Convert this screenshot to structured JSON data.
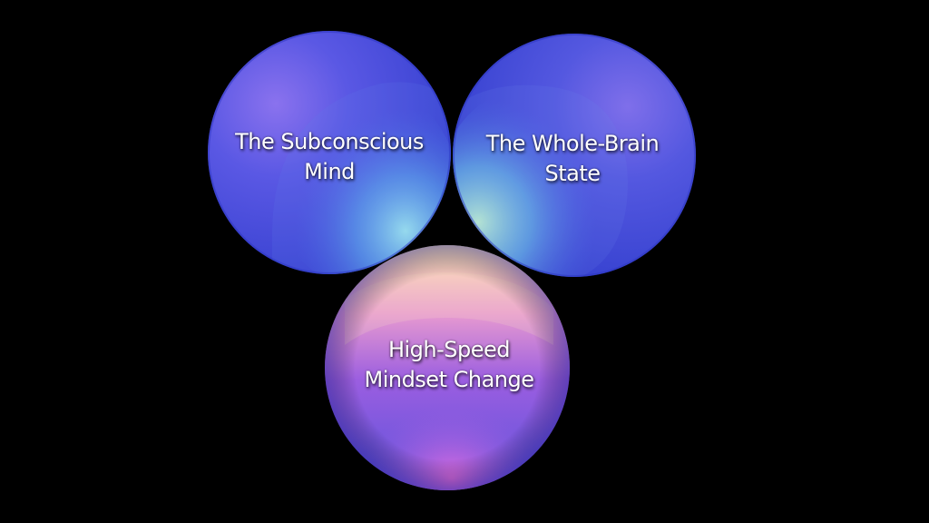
{
  "diagram": {
    "circles": [
      {
        "id": "subconscious-mind",
        "lines": [
          "The Subconscious",
          "Mind"
        ],
        "colors": {
          "base": "#3d44d8",
          "highlight": "#8a72ee",
          "glow": "#9ff4ee"
        }
      },
      {
        "id": "whole-brain-state",
        "lines": [
          "The Whole-Brain",
          "State"
        ],
        "colors": {
          "base": "#3d4ad6",
          "highlight": "#7f6fea",
          "glow": "#b8fbd4"
        }
      },
      {
        "id": "high-speed-mindset-change",
        "lines": [
          "High-Speed",
          "Mindset Change"
        ],
        "colors": {
          "base": "#4a4ad8",
          "highlight": "#e06ad8",
          "glow": "#ffe0b0"
        }
      }
    ]
  }
}
